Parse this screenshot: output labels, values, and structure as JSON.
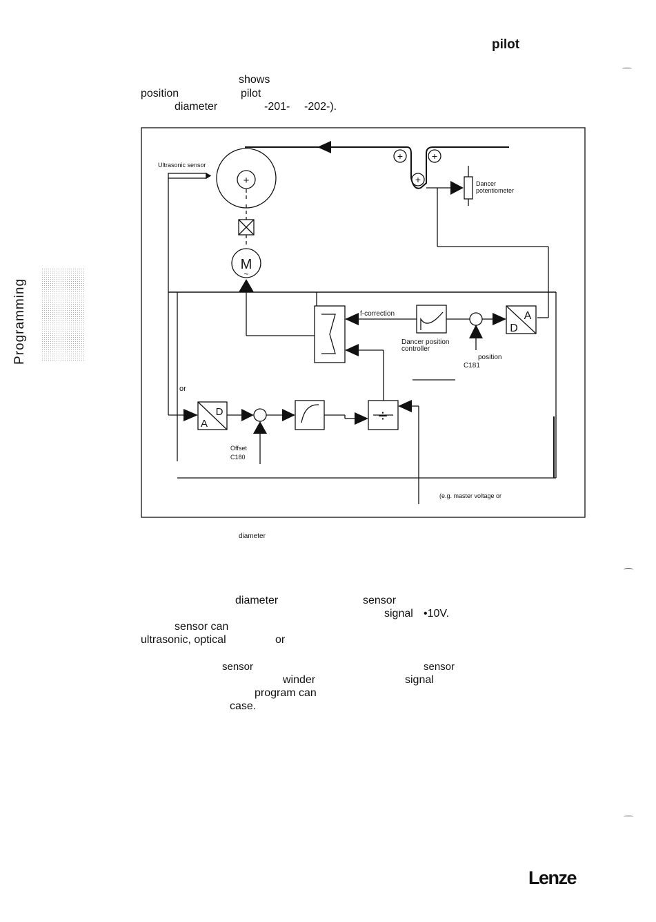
{
  "header": {
    "title": "pilot"
  },
  "intro": {
    "line1": "shows",
    "line2a": "position",
    "line2b": "pilot",
    "line3a": "diameter",
    "line3b": "-201-",
    "line3c": "-202-)."
  },
  "sidebar": {
    "section_label": "Programming"
  },
  "diagram": {
    "ultrasonic_sensor": "Ultrasonic sensor",
    "dancer_pot_1": "Dancer",
    "dancer_pot_2": "potentiometer",
    "motor": "M",
    "motor_ac": "~",
    "f_correction": "f-correction",
    "dancer_ctrl_1": "Dancer position",
    "dancer_ctrl_2": "controller",
    "position": "position",
    "c181": "C181",
    "or_label": "or",
    "offset": "Offset",
    "c180": "C180",
    "divide": "÷",
    "ad_a": "A",
    "ad_d": "D",
    "da_a": "A",
    "da_d": "D",
    "plus": "+",
    "master_note": "(e.g. master voltage or"
  },
  "caption": {
    "text": "diameter"
  },
  "body": {
    "p1_w1": "diameter",
    "p1_w2": "sensor",
    "p1_w3": "signal",
    "p1_w4": "•10V.",
    "p1_w5": "sensor can",
    "p1_w6": "ultrasonic, optical",
    "p1_w7": "or",
    "p2_w1": "sensor",
    "p2_w2": "sensor",
    "p2_w3": "winder",
    "p2_w4": "signal",
    "p2_w5": "program can",
    "p2_w6": "case."
  },
  "footer": {
    "brand": "Lenze"
  }
}
